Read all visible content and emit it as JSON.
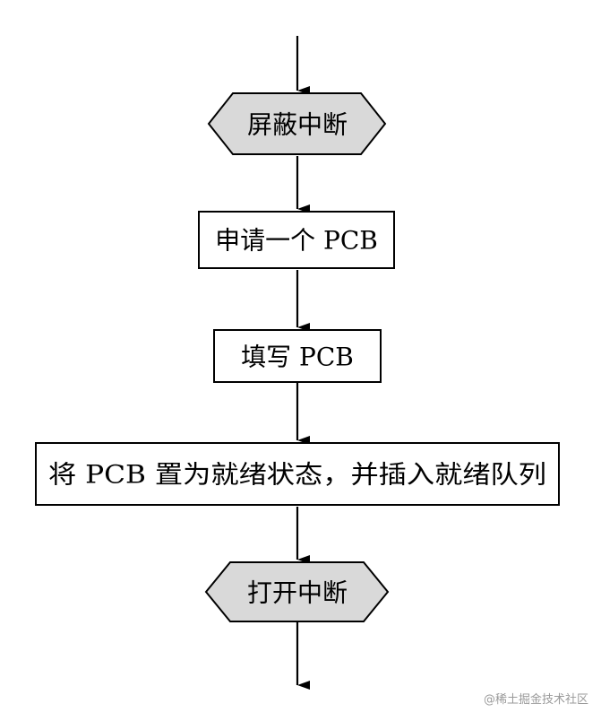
{
  "flowchart": {
    "steps": [
      {
        "id": "mask-interrupt",
        "kind": "hexagon",
        "label": "屏蔽中断"
      },
      {
        "id": "request-pcb",
        "kind": "rect",
        "label": "申请一个 PCB"
      },
      {
        "id": "fill-pcb",
        "kind": "rect",
        "label": "填写 PCB"
      },
      {
        "id": "set-ready-insert-queue",
        "kind": "rect",
        "label": "将 PCB 置为就绪状态，并插入就绪队列"
      },
      {
        "id": "open-interrupt",
        "kind": "hexagon",
        "label": "打开中断"
      }
    ],
    "colors": {
      "hexagon_fill": "#d9d9d9",
      "rect_fill": "#ffffff",
      "stroke": "#000000"
    }
  },
  "watermark": "@稀土掘金技术社区"
}
